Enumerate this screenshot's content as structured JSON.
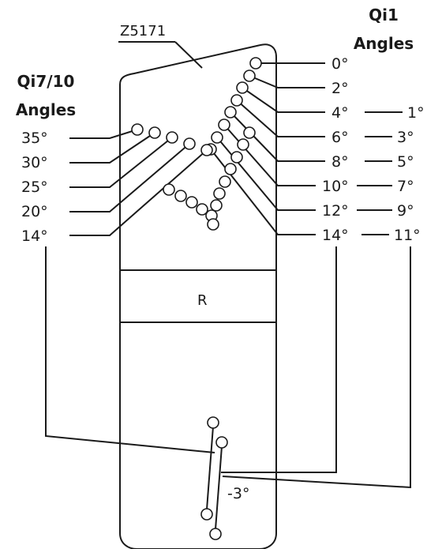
{
  "part_number": "Z5171",
  "right_header": {
    "line1": "Qi1",
    "line2": "Angles"
  },
  "left_header": {
    "line1": "Qi7/10",
    "line2": "Angles"
  },
  "right_labels_a": [
    "0°",
    "2°",
    "4°",
    "6°",
    "8°",
    "10°",
    "12°",
    "14°"
  ],
  "right_labels_b": [
    "1°",
    "3°",
    "5°",
    "7°",
    "9°",
    "11°"
  ],
  "left_labels": [
    "35°",
    "30°",
    "25°",
    "20°",
    "14°"
  ],
  "center_label": "R",
  "bottom_label": "-3°"
}
